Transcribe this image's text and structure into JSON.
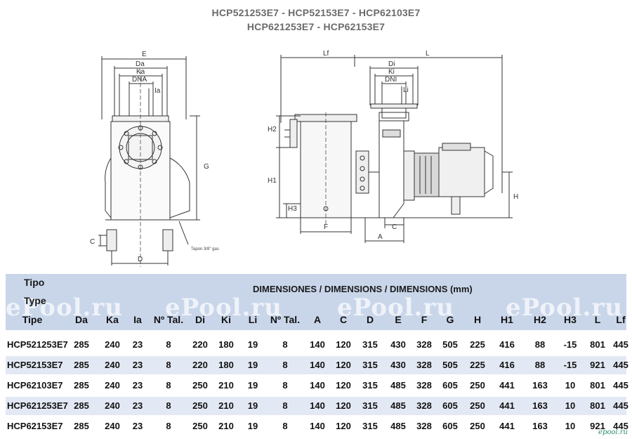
{
  "title": {
    "line1": "HCP521253E7 - HCP52153E7 - HCP62103E7",
    "line2": "HCP621253E7 - HCP62153E7"
  },
  "drawing_labels": {
    "E": "E",
    "Da": "Da",
    "Ka": "Ka",
    "DNA": "DNA",
    "Ia": "Ia",
    "G": "G",
    "C_left": "C",
    "D": "D",
    "tapon": "Tapon 3/8\" gas",
    "Lf": "Lf",
    "L": "L",
    "Di": "Di",
    "Ki": "Ki",
    "DNI": "DNI",
    "Li": "Li",
    "H2": "H2",
    "H1": "H1",
    "H3": "H3",
    "F": "F",
    "A": "A",
    "C_right": "C",
    "H": "H"
  },
  "table": {
    "header_tipo1": "Tipo",
    "header_tipo2": "Type",
    "dimensions_header": "DIMENSIONES / DIMENSIONS / DIMENSIONS (mm)",
    "watermark": "ePool.ru",
    "columns": [
      "Tipe",
      "Da",
      "Ka",
      "Ia",
      "Nº Tal.",
      "Di",
      "Ki",
      "Li",
      "Nº Tal.",
      "A",
      "C",
      "D",
      "E",
      "F",
      "G",
      "H",
      "H1",
      "H2",
      "H3",
      "L",
      "Lf"
    ],
    "rows": [
      [
        "HCP521253E7",
        "285",
        "240",
        "23",
        "8",
        "220",
        "180",
        "19",
        "8",
        "140",
        "120",
        "315",
        "430",
        "328",
        "505",
        "225",
        "416",
        "88",
        "-15",
        "801",
        "445"
      ],
      [
        "HCP52153E7",
        "285",
        "240",
        "23",
        "8",
        "220",
        "180",
        "19",
        "8",
        "140",
        "120",
        "315",
        "430",
        "328",
        "505",
        "225",
        "416",
        "88",
        "-15",
        "921",
        "445"
      ],
      [
        "HCP62103E7",
        "285",
        "240",
        "23",
        "8",
        "250",
        "210",
        "19",
        "8",
        "140",
        "120",
        "315",
        "485",
        "328",
        "605",
        "250",
        "441",
        "163",
        "10",
        "801",
        "445"
      ],
      [
        "HCP621253E7",
        "285",
        "240",
        "23",
        "8",
        "250",
        "210",
        "19",
        "8",
        "140",
        "120",
        "315",
        "485",
        "328",
        "605",
        "250",
        "441",
        "163",
        "10",
        "801",
        "445"
      ],
      [
        "HCP62153E7",
        "285",
        "240",
        "23",
        "8",
        "250",
        "210",
        "19",
        "8",
        "140",
        "120",
        "315",
        "485",
        "328",
        "605",
        "250",
        "441",
        "163",
        "10",
        "921",
        "445"
      ]
    ]
  },
  "corner_logo": "epool.ru"
}
